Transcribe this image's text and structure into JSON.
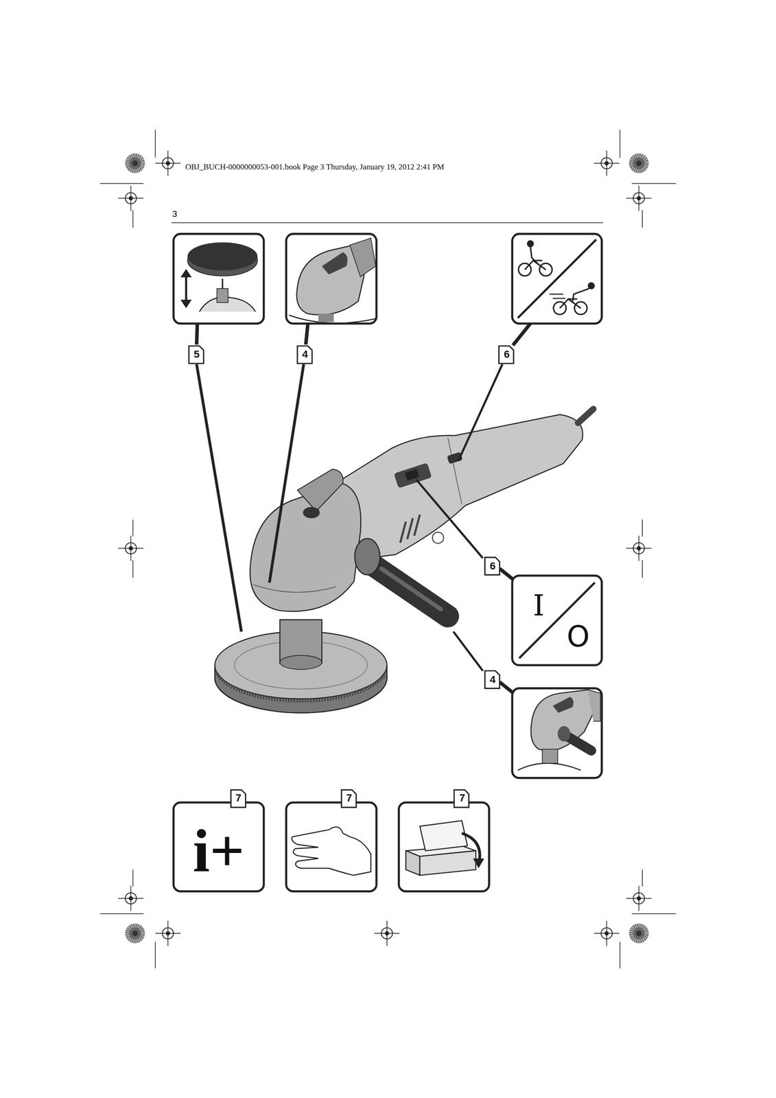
{
  "diagram": {
    "labels": [
      "OBJ_BUCH-0000000053-001.book  Page 3  Thursday, January 19, 2012  2:41 PM",
      "3",
      "5",
      "4",
      "6",
      "6",
      "I",
      "O",
      "4",
      "7",
      "i+",
      "7",
      "7"
    ]
  }
}
